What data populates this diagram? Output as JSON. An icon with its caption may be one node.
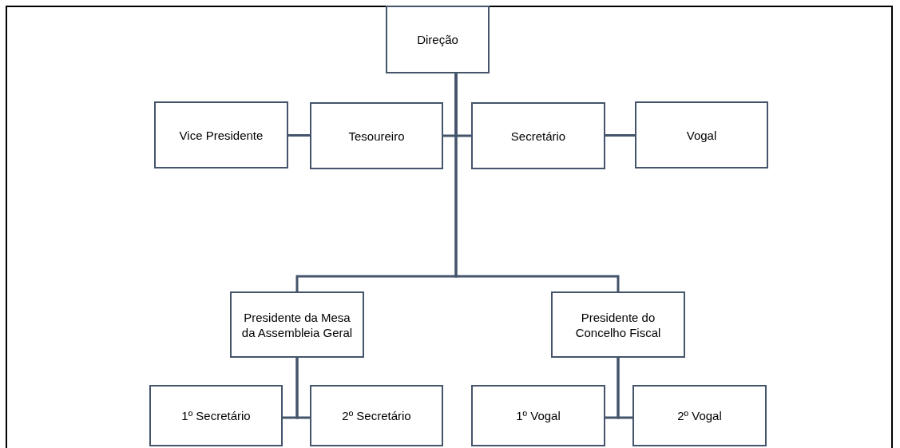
{
  "diagram": {
    "nodes": [
      {
        "text": [
          "Direção"
        ]
      },
      {
        "text": [
          "Vice Presidente"
        ]
      },
      {
        "text": [
          "Tesoureiro"
        ]
      },
      {
        "text": [
          "Secretário"
        ]
      },
      {
        "text": [
          "Vogal"
        ]
      },
      {
        "text": [
          "Presidente da Mesa da Assembleia Geral"
        ]
      },
      {
        "text": [
          "Presidente do Concelho Fiscal"
        ]
      },
      {
        "text": [
          "1º Secretário"
        ]
      },
      {
        "text": [
          "2º Secretário"
        ]
      },
      {
        "text": [
          "1º Vogal"
        ]
      },
      {
        "text": [
          "2º Vogal"
        ]
      }
    ],
    "edges": [
      {
        "from": 0,
        "to": 2,
        "arrow": "none"
      },
      {
        "from": 0,
        "to": 3,
        "arrow": "none"
      },
      {
        "from": 0,
        "to": 5,
        "arrow": "none"
      },
      {
        "from": 0,
        "to": 6,
        "arrow": "none"
      },
      {
        "from": 1,
        "to": 2,
        "arrow": "none"
      },
      {
        "from": 3,
        "to": 4,
        "arrow": "none"
      },
      {
        "from": 5,
        "to": 7,
        "arrow": "none"
      },
      {
        "from": 5,
        "to": 8,
        "arrow": "none"
      },
      {
        "from": 6,
        "to": 9,
        "arrow": "none"
      },
      {
        "from": 6,
        "to": 10,
        "arrow": "none"
      }
    ]
  }
}
